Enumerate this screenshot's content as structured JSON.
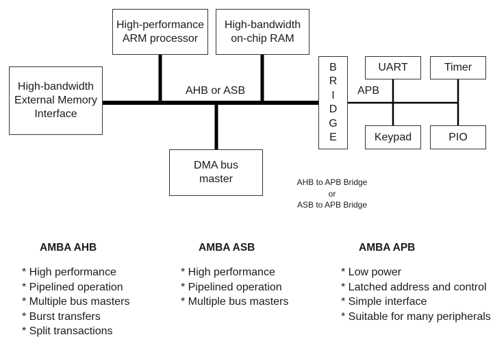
{
  "diagram": {
    "arm": "High-performance\nARM processor",
    "ram": "High-bandwidth\non-chip RAM",
    "ext_mem": "High-bandwidth\nExternal Memory\nInterface",
    "dma": "DMA bus\nmaster",
    "bridge_letters": [
      "B",
      "R",
      "I",
      "D",
      "G",
      "E"
    ],
    "uart": "UART",
    "timer": "Timer",
    "keypad": "Keypad",
    "pio": "PIO",
    "ahb_asb_label": "AHB or ASB",
    "apb_label": "APB",
    "bridge_note": [
      "AHB to APB Bridge",
      "or",
      "ASB to APB Bridge"
    ]
  },
  "columns": [
    {
      "title": "AMBA AHB",
      "items": [
        "* High performance",
        "* Pipelined operation",
        "* Multiple bus masters",
        "* Burst transfers",
        "* Split transactions"
      ]
    },
    {
      "title": "AMBA ASB",
      "items": [
        "* High performance",
        "* Pipelined operation",
        "* Multiple bus masters"
      ]
    },
    {
      "title": "AMBA APB",
      "items": [
        "* Low power",
        "* Latched address and control",
        "* Simple interface",
        "* Suitable for many peripherals"
      ]
    }
  ]
}
